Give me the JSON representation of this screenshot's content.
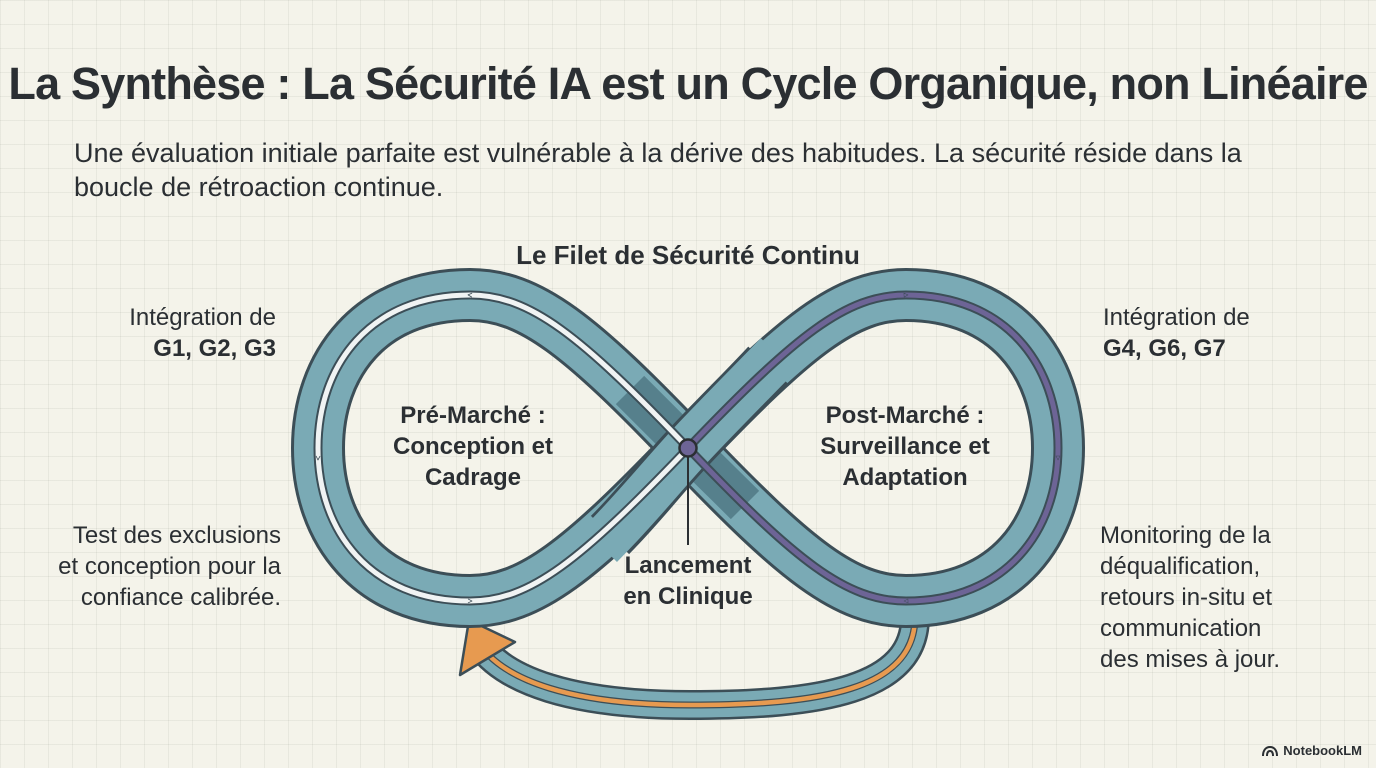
{
  "header": {
    "title": "La Synthèse : La Sécurité IA est un Cycle Organique, non Linéaire",
    "subtitle": "Une évaluation initiale parfaite est vulnérable à la dérive des habitudes. La sécurité réside dans la boucle de rétroaction continue."
  },
  "diagram": {
    "title": "Le Filet de Sécurité Continu",
    "left_loop": {
      "label_line1": "Pré-Marché :",
      "label_line2": "Conception et",
      "label_line3": "Cadrage"
    },
    "right_loop": {
      "label_line1": "Post-Marché :",
      "label_line2": "Surveillance et",
      "label_line3": "Adaptation"
    },
    "center": {
      "label_line1": "Lancement",
      "label_line2": "en Clinique"
    },
    "notes": {
      "top_left": {
        "line1": "Intégration de",
        "line2": "G1, G2, G3"
      },
      "top_right": {
        "line1": "Intégration de",
        "line2": "G4, G6, G7"
      },
      "bottom_left": {
        "line1": "Test des exclusions",
        "line2": "et conception pour la",
        "line3": "confiance calibrée."
      },
      "bottom_right": {
        "line1": "Monitoring de la",
        "line2": "déqualification,",
        "line3": "retours in-situ et",
        "line4": "communication",
        "line5": "des mises à jour."
      }
    },
    "colors": {
      "band": "#7aaab5",
      "band_outline": "#3c4e57",
      "band_dark": "#56808c",
      "left_arrow": "#f0f3f3",
      "right_arrow": "#6d6496",
      "feedback_arrow": "#e79a50"
    }
  },
  "brand": {
    "name": "NotebookLM",
    "icon": "notebooklm-logo-icon"
  }
}
